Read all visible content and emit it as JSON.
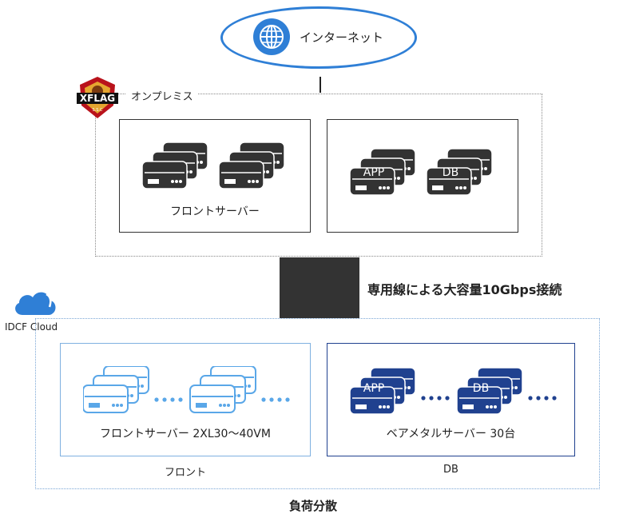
{
  "internet": {
    "label": "インターネット",
    "icon": "globe-icon"
  },
  "onprem": {
    "zone_label": "オンプレミス",
    "logo": {
      "text": "XFLAG",
      "subtext": "S.S.C"
    },
    "front_box": {
      "label": "フロントサーバー"
    },
    "db_box": {
      "server_labels": [
        "APP",
        "DB"
      ]
    }
  },
  "connection": {
    "label": "専用線による大容量10Gbps接続"
  },
  "cloud": {
    "brand_label": "IDCF Cloud",
    "front_box": {
      "label": "フロントサーバー 2XL30～40VM",
      "caption": "フロント"
    },
    "db_box": {
      "label": "ベアメタルサーバー 30台",
      "caption": "DB",
      "server_labels": [
        "APP",
        "DB"
      ]
    },
    "bottom_label": "負荷分散"
  },
  "colors": {
    "internet_border": "#2f7fd6",
    "onprem_server": "#333333",
    "cloud_front_server": "#5aa7e8",
    "cloud_db_server": "#20418f"
  }
}
